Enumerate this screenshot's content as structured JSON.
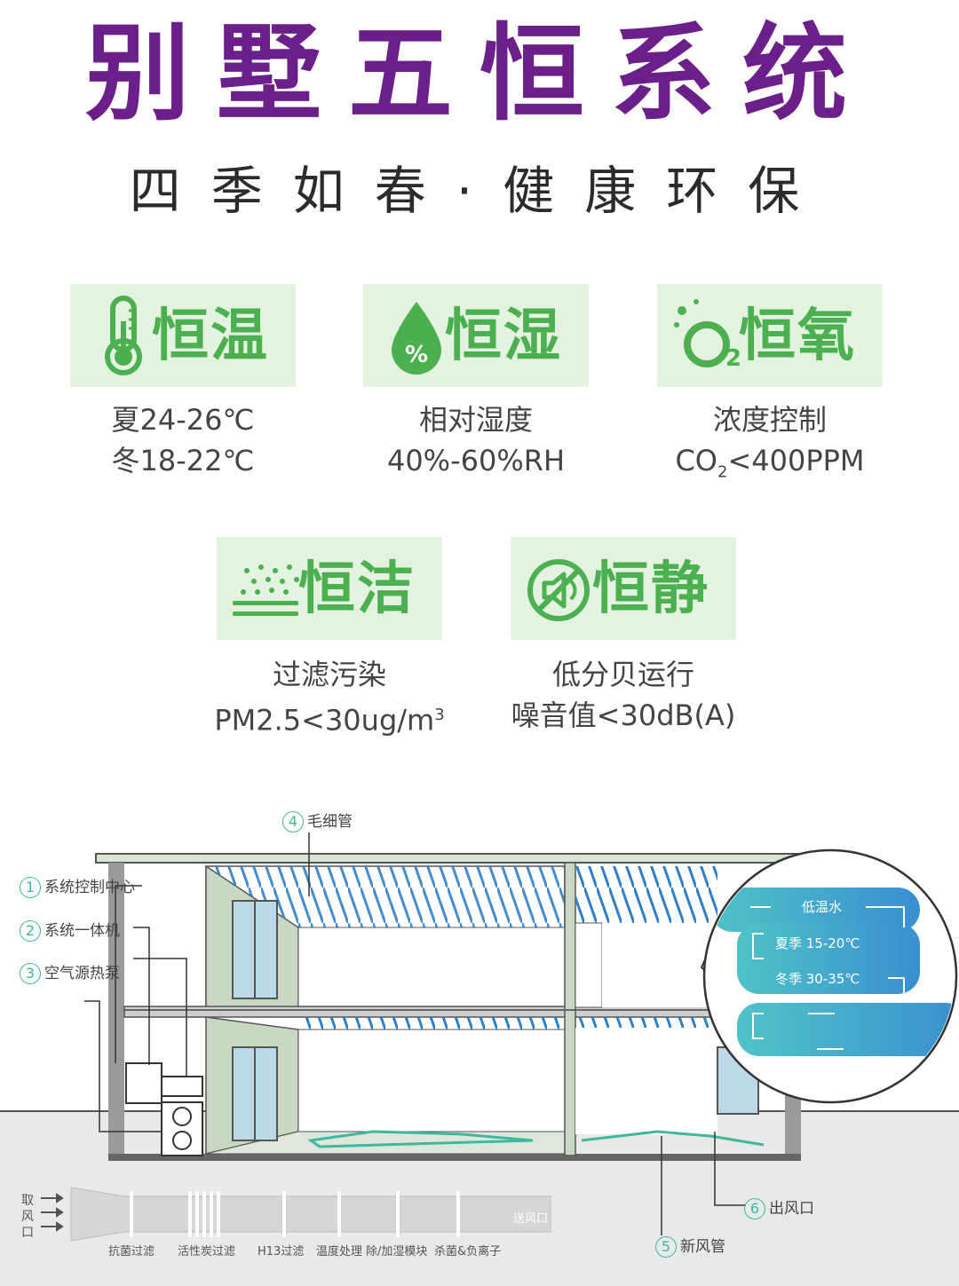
{
  "header": {
    "title": "别墅五恒系统",
    "subtitle": "四季如春·健康环保"
  },
  "features": [
    {
      "icon": "thermometer-icon",
      "name": "恒温",
      "line1": "夏24-26℃",
      "line2": "冬18-22℃"
    },
    {
      "icon": "water-drop-icon",
      "name": "恒湿",
      "line1": "相对湿度",
      "line2": "40%-60%RH"
    },
    {
      "icon": "o2-icon",
      "name": "恒氧",
      "line1": "浓度控制",
      "line2_a": "CO",
      "line2_sub": "2",
      "line2_b": "<400PPM"
    },
    {
      "icon": "dust-filter-icon",
      "name": "恒洁",
      "line1": "过滤污染",
      "line2_a": "PM2.5<30ug/m",
      "line2_sup": "3"
    },
    {
      "icon": "mute-icon",
      "name": "恒静",
      "line1": "低分贝运行",
      "line2": "噪音值<30dB(A)"
    }
  ],
  "colors": {
    "title": "#6c1f8a",
    "accent": "#4caf50",
    "card_bg": "#e4f3df",
    "pipe_blue": "#2f7fc8",
    "floor_pipe": "#3fb89d"
  },
  "diagram": {
    "labels": [
      {
        "num": "1",
        "text": "系统控制中心"
      },
      {
        "num": "2",
        "text": "系统一体机"
      },
      {
        "num": "3",
        "text": "空气源热泵"
      },
      {
        "num": "4",
        "text": "毛细管"
      },
      {
        "num": "5",
        "text": "新风管"
      },
      {
        "num": "6",
        "text": "出风口"
      }
    ],
    "bubble": {
      "low_temp_water": "低温水",
      "summer": "夏季 15-20℃",
      "winter": "冬季 30-35℃"
    },
    "intake": [
      "取",
      "风",
      "口"
    ],
    "supply": "送风口",
    "modules": [
      "抗菌过滤",
      "活性炭过滤",
      "H13过滤",
      "温度处理",
      "除/加湿模块",
      "杀菌&负离子"
    ]
  }
}
